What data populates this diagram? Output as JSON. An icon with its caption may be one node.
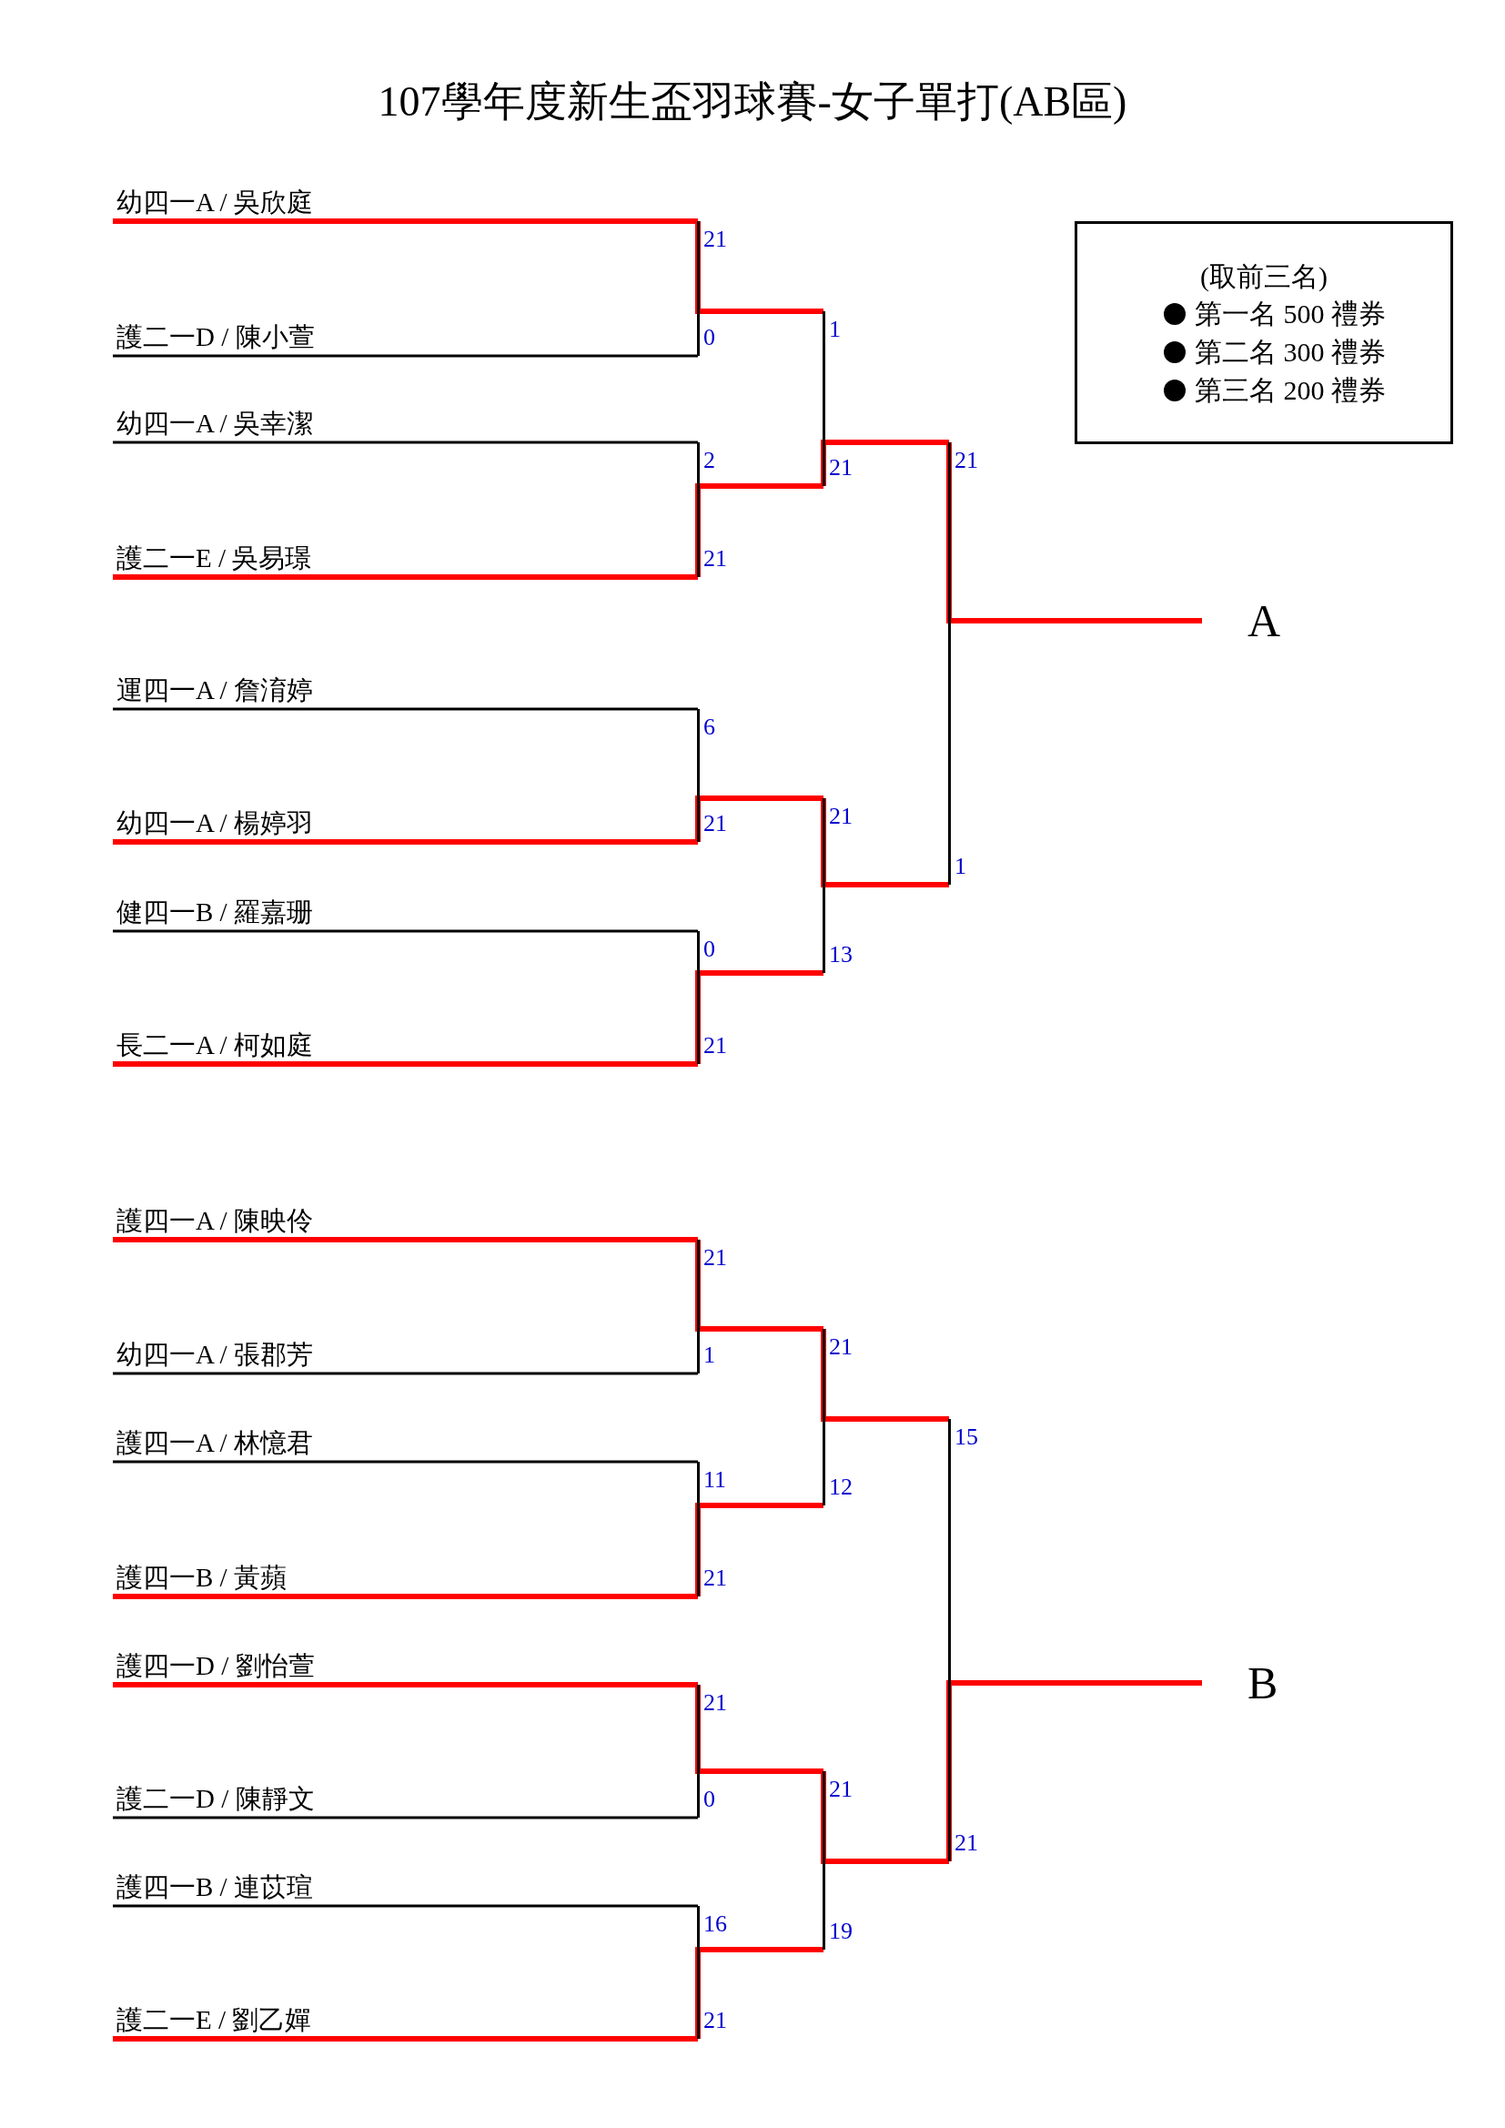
{
  "diagram": {
    "title": "107學年度新生盃羽球賽-女子單打(AB區)",
    "nodes": [
      {
        "text": [
          "幼四一A / 吳欣庭"
        ]
      },
      {
        "text": [
          "護二一D / 陳小萱"
        ]
      },
      {
        "text": [
          "幼四一A / 吳幸潔"
        ]
      },
      {
        "text": [
          "護二一E / 吳易璟"
        ]
      },
      {
        "text": [
          "運四一A / 詹淯婷"
        ]
      },
      {
        "text": [
          "幼四一A / 楊婷羽"
        ]
      },
      {
        "text": [
          "健四一B / 羅嘉珊"
        ]
      },
      {
        "text": [
          "長二一A / 柯如庭"
        ]
      },
      {
        "text": [],
        "shape": "bar"
      },
      {
        "text": [],
        "shape": "bar"
      },
      {
        "text": [],
        "shape": "bar"
      },
      {
        "text": [],
        "shape": "bar"
      },
      {
        "text": [],
        "shape": "bar"
      },
      {
        "text": [],
        "shape": "bar"
      },
      {
        "text": [],
        "shape": "bar"
      },
      {
        "text": [
          "A"
        ]
      },
      {
        "text": [
          "護四一A / 陳映伶"
        ]
      },
      {
        "text": [
          "幼四一A / 張郡芳"
        ]
      },
      {
        "text": [
          "護四一A / 林憶君"
        ]
      },
      {
        "text": [
          "護四一B / 黃蘋"
        ]
      },
      {
        "text": [
          "護四一D / 劉怡萱"
        ]
      },
      {
        "text": [
          "護二一D / 陳靜文"
        ]
      },
      {
        "text": [
          "護四一B / 連苡瑄"
        ]
      },
      {
        "text": [
          "護二一E / 劉乙嬋"
        ]
      },
      {
        "text": [],
        "shape": "bar"
      },
      {
        "text": [],
        "shape": "bar"
      },
      {
        "text": [],
        "shape": "bar"
      },
      {
        "text": [],
        "shape": "bar"
      },
      {
        "text": [],
        "shape": "bar"
      },
      {
        "text": [],
        "shape": "bar"
      },
      {
        "text": [],
        "shape": "bar"
      },
      {
        "text": [
          "B"
        ]
      },
      {
        "text": [
          "(取前三名)",
          "第一名 500 禮券",
          "第二名 300 禮券",
          "第三名 200 禮券"
        ]
      }
    ],
    "edges": [
      {
        "from": 0,
        "to": 8,
        "arrow": "none",
        "label": "21"
      },
      {
        "from": 1,
        "to": 8,
        "arrow": "none",
        "label": "0",
        "color": "#000000"
      },
      {
        "from": 2,
        "to": 9,
        "arrow": "none",
        "label": "2",
        "color": "#000000"
      },
      {
        "from": 3,
        "to": 9,
        "arrow": "none",
        "label": "21"
      },
      {
        "from": 4,
        "to": 10,
        "arrow": "none",
        "label": "6",
        "color": "#000000"
      },
      {
        "from": 5,
        "to": 10,
        "arrow": "none",
        "label": "21"
      },
      {
        "from": 6,
        "to": 11,
        "arrow": "none",
        "label": "0",
        "color": "#000000"
      },
      {
        "from": 7,
        "to": 11,
        "arrow": "none",
        "label": "21"
      },
      {
        "from": 8,
        "to": 12,
        "arrow": "none",
        "label": "1"
      },
      {
        "from": 9,
        "to": 12,
        "arrow": "none",
        "label": "21"
      },
      {
        "from": 10,
        "to": 13,
        "arrow": "none",
        "label": "21"
      },
      {
        "from": 11,
        "to": 13,
        "arrow": "none",
        "label": "13"
      },
      {
        "from": 12,
        "to": 14,
        "arrow": "none",
        "label": "21"
      },
      {
        "from": 13,
        "to": 14,
        "arrow": "none",
        "label": "1"
      },
      {
        "from": 14,
        "to": 15,
        "arrow": "none"
      },
      {
        "from": 16,
        "to": 24,
        "arrow": "none",
        "label": "21"
      },
      {
        "from": 17,
        "to": 24,
        "arrow": "none",
        "label": "1",
        "color": "#000000"
      },
      {
        "from": 18,
        "to": 25,
        "arrow": "none",
        "label": "11",
        "color": "#000000"
      },
      {
        "from": 19,
        "to": 25,
        "arrow": "none",
        "label": "21"
      },
      {
        "from": 20,
        "to": 26,
        "arrow": "none",
        "label": "21"
      },
      {
        "from": 21,
        "to": 26,
        "arrow": "none",
        "label": "0",
        "color": "#000000"
      },
      {
        "from": 22,
        "to": 27,
        "arrow": "none",
        "label": "16",
        "color": "#000000"
      },
      {
        "from": 23,
        "to": 27,
        "arrow": "none",
        "label": "21"
      },
      {
        "from": 24,
        "to": 28,
        "arrow": "none",
        "label": "21"
      },
      {
        "from": 25,
        "to": 28,
        "arrow": "none",
        "label": "12"
      },
      {
        "from": 26,
        "to": 29,
        "arrow": "none",
        "label": "21"
      },
      {
        "from": 27,
        "to": 29,
        "arrow": "none",
        "label": "19"
      },
      {
        "from": 28,
        "to": 30,
        "arrow": "none",
        "label": "15"
      },
      {
        "from": 29,
        "to": 30,
        "arrow": "none",
        "label": "21"
      },
      {
        "from": 30,
        "to": 31,
        "arrow": "none"
      }
    ]
  }
}
